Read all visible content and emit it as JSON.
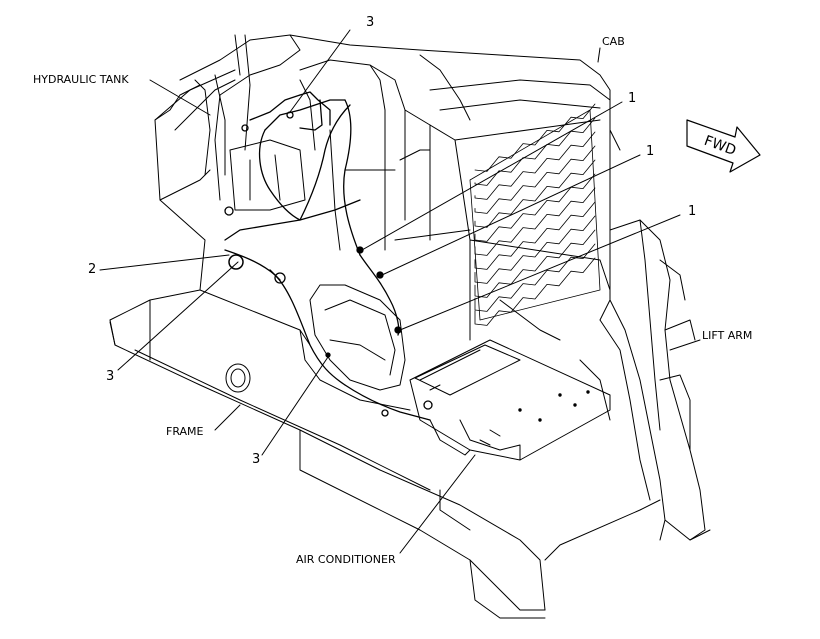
{
  "labels": {
    "hydraulic_tank": "HYDRAULIC TANK",
    "cab": "CAB",
    "lift_arm": "LIFT ARM",
    "frame": "FRAME",
    "air_conditioner": "AIR CONDITIONER",
    "fwd": "FWD"
  },
  "callouts": {
    "c3_top": "3",
    "c1_a": "1",
    "c1_b": "1",
    "c1_c": "1",
    "c2": "2",
    "c3_left": "3",
    "c3_bottom": "3"
  },
  "colors": {
    "line": "#000000",
    "background": "#ffffff"
  }
}
